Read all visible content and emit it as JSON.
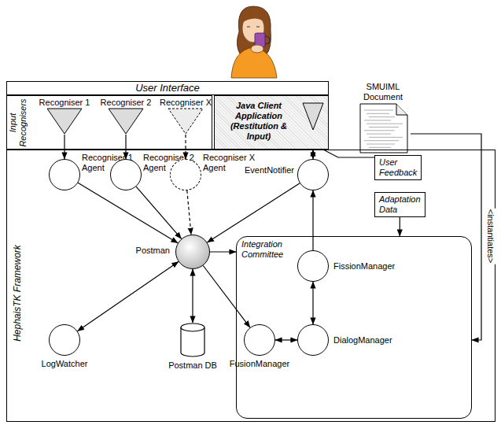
{
  "diagram": {
    "nodes": [
      {
        "text": [
          "User Interface"
        ]
      },
      {
        "text": [
          "Input Recognisers"
        ],
        "in": 0
      },
      {
        "text": [
          "Recogniser 1"
        ],
        "in": 1
      },
      {
        "text": [
          "Recogniser 2"
        ],
        "in": 1
      },
      {
        "text": [
          "Recogniser X"
        ],
        "in": 1
      },
      {
        "text": [
          "Java Client Application (Restitution & Input)"
        ],
        "in": 0
      },
      {
        "text": [
          "SMUIML Document"
        ]
      },
      {
        "text": [
          "HephaisTK Framework"
        ]
      },
      {
        "text": [
          "Recogniser 1 Agent"
        ],
        "in": 7
      },
      {
        "text": [
          "Recogniser 2 Agent"
        ],
        "in": 7
      },
      {
        "text": [
          "Recogniser X Agent"
        ],
        "in": 7
      },
      {
        "text": [
          "EventNotifier"
        ],
        "in": 7
      },
      {
        "text": [
          "User Feedback"
        ],
        "in": 7
      },
      {
        "text": [
          "Adaptation Data"
        ],
        "in": 7
      },
      {
        "text": [
          "Postman"
        ],
        "in": 7
      },
      {
        "text": [
          "Integration Committee"
        ],
        "in": 7
      },
      {
        "text": [
          "FissionManager"
        ],
        "in": 15
      },
      {
        "text": [
          "DialogManager"
        ],
        "in": 15
      },
      {
        "text": [
          "LogWatcher"
        ],
        "in": 7
      },
      {
        "text": [
          "Postman DB"
        ],
        "in": 7
      },
      {
        "text": [
          "FusionManager"
        ],
        "in": 15
      }
    ],
    "edges": [
      {
        "from": 2,
        "to": 8,
        "arrow": "to"
      },
      {
        "from": 3,
        "to": 9,
        "arrow": "to"
      },
      {
        "from": 4,
        "to": 10,
        "arrow": "to"
      },
      {
        "from": 5,
        "to": 11,
        "arrow": "both"
      },
      {
        "from": 5,
        "to": 12,
        "arrow": "none"
      },
      {
        "from": 8,
        "to": 14,
        "arrow": "to"
      },
      {
        "from": 9,
        "to": 14,
        "arrow": "to"
      },
      {
        "from": 10,
        "to": 14,
        "arrow": "to"
      },
      {
        "from": 11,
        "to": 14,
        "arrow": "to"
      },
      {
        "from": 16,
        "to": 11,
        "arrow": "to"
      },
      {
        "from": 14,
        "to": 15,
        "arrow": "to"
      },
      {
        "from": 13,
        "to": 15,
        "arrow": "to"
      },
      {
        "from": 16,
        "to": 17,
        "arrow": "both"
      },
      {
        "from": 17,
        "to": 20,
        "arrow": "both"
      },
      {
        "from": 14,
        "to": 20,
        "arrow": "to"
      },
      {
        "from": 14,
        "to": 18,
        "arrow": "both"
      },
      {
        "from": 14,
        "to": 19,
        "arrow": "both"
      },
      {
        "from": 6,
        "to": 15,
        "label": "<instantiates>",
        "arrow": "to"
      }
    ]
  }
}
